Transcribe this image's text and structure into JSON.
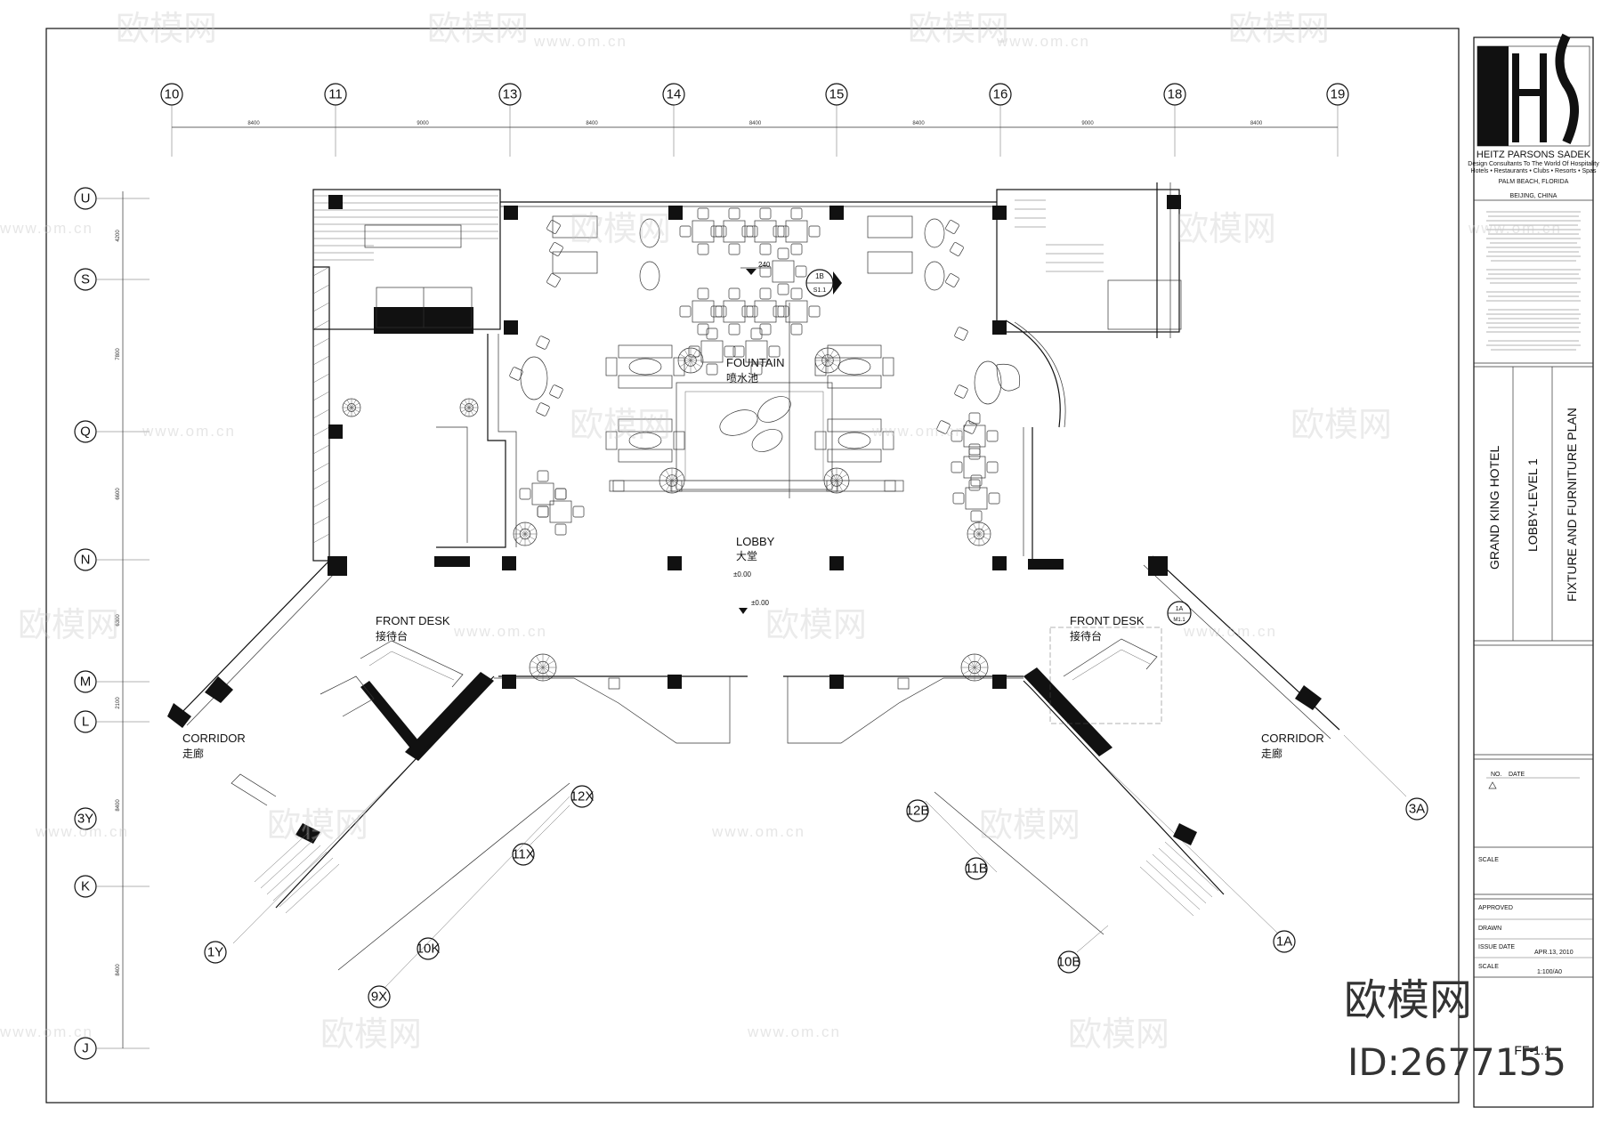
{
  "grid_columns": [
    "10",
    "11",
    "13",
    "14",
    "15",
    "16",
    "18",
    "19"
  ],
  "grid_column_dims": [
    "8400",
    "9000",
    "8400",
    "8400",
    "8400",
    "9000",
    "8400"
  ],
  "grid_rows": [
    "U",
    "S",
    "Q",
    "N",
    "M",
    "L",
    "3Y",
    "K",
    "J"
  ],
  "grid_row_dims": [
    "4200",
    "7800",
    "6600",
    "6300",
    "2100",
    "8400",
    "8400"
  ],
  "diag_left_axes": [
    "12X",
    "11X",
    "10K",
    "9X",
    "1Y"
  ],
  "diag_right_axes": [
    "12B",
    "11B",
    "10B",
    "1A",
    "3A"
  ],
  "rooms": {
    "fountain_en": "FOUNTAIN",
    "fountain_cn": "喷水池",
    "lobby_en": "LOBBY",
    "lobby_cn": "大堂",
    "lobby_level1": "±0.00",
    "lobby_level2": "±0.00",
    "front_desk_left_en": "FRONT DESK",
    "front_desk_left_cn": "接待台",
    "front_desk_right_en": "FRONT DESK",
    "front_desk_right_cn": "接待台",
    "corridor_left_en": "CORRIDOR",
    "corridor_left_cn": "走廊",
    "corridor_right_en": "CORRIDOR",
    "corridor_right_cn": "走廊"
  },
  "markers": {
    "level_240": "240",
    "section_top": "1B",
    "section_bottom": "S1.1",
    "detail_top": "1A",
    "detail_bottom": "M1.1"
  },
  "title_block": {
    "firm": "HEITZ PARSONS SADEK",
    "firm_tagline": "Design Consultants To The World Of Hospitality",
    "firm_services": "Hotels • Restaurants • Clubs • Resorts • Spas",
    "office1": "PALM BEACH, FLORIDA",
    "office2": "BEIJING, CHINA",
    "project": "GRAND KING HOTEL",
    "level": "LOBBY-LEVEL 1",
    "sheet_title": "FIXTURE AND FURNITURE PLAN",
    "rev_no": "NO.",
    "rev_date": "DATE",
    "scale_label": "SCALE",
    "approved_label": "APPROVED",
    "drawn_label": "DRAWN",
    "issue_date_label": "ISSUE DATE",
    "issue_date": "APR.13, 2010",
    "scale_label2": "SCALE",
    "scale_value": "1:100/A0",
    "sheet_no": "FF-1.1"
  },
  "watermark": {
    "brand": "欧模网",
    "url": "www.om.cn",
    "id": "ID:2677155"
  }
}
